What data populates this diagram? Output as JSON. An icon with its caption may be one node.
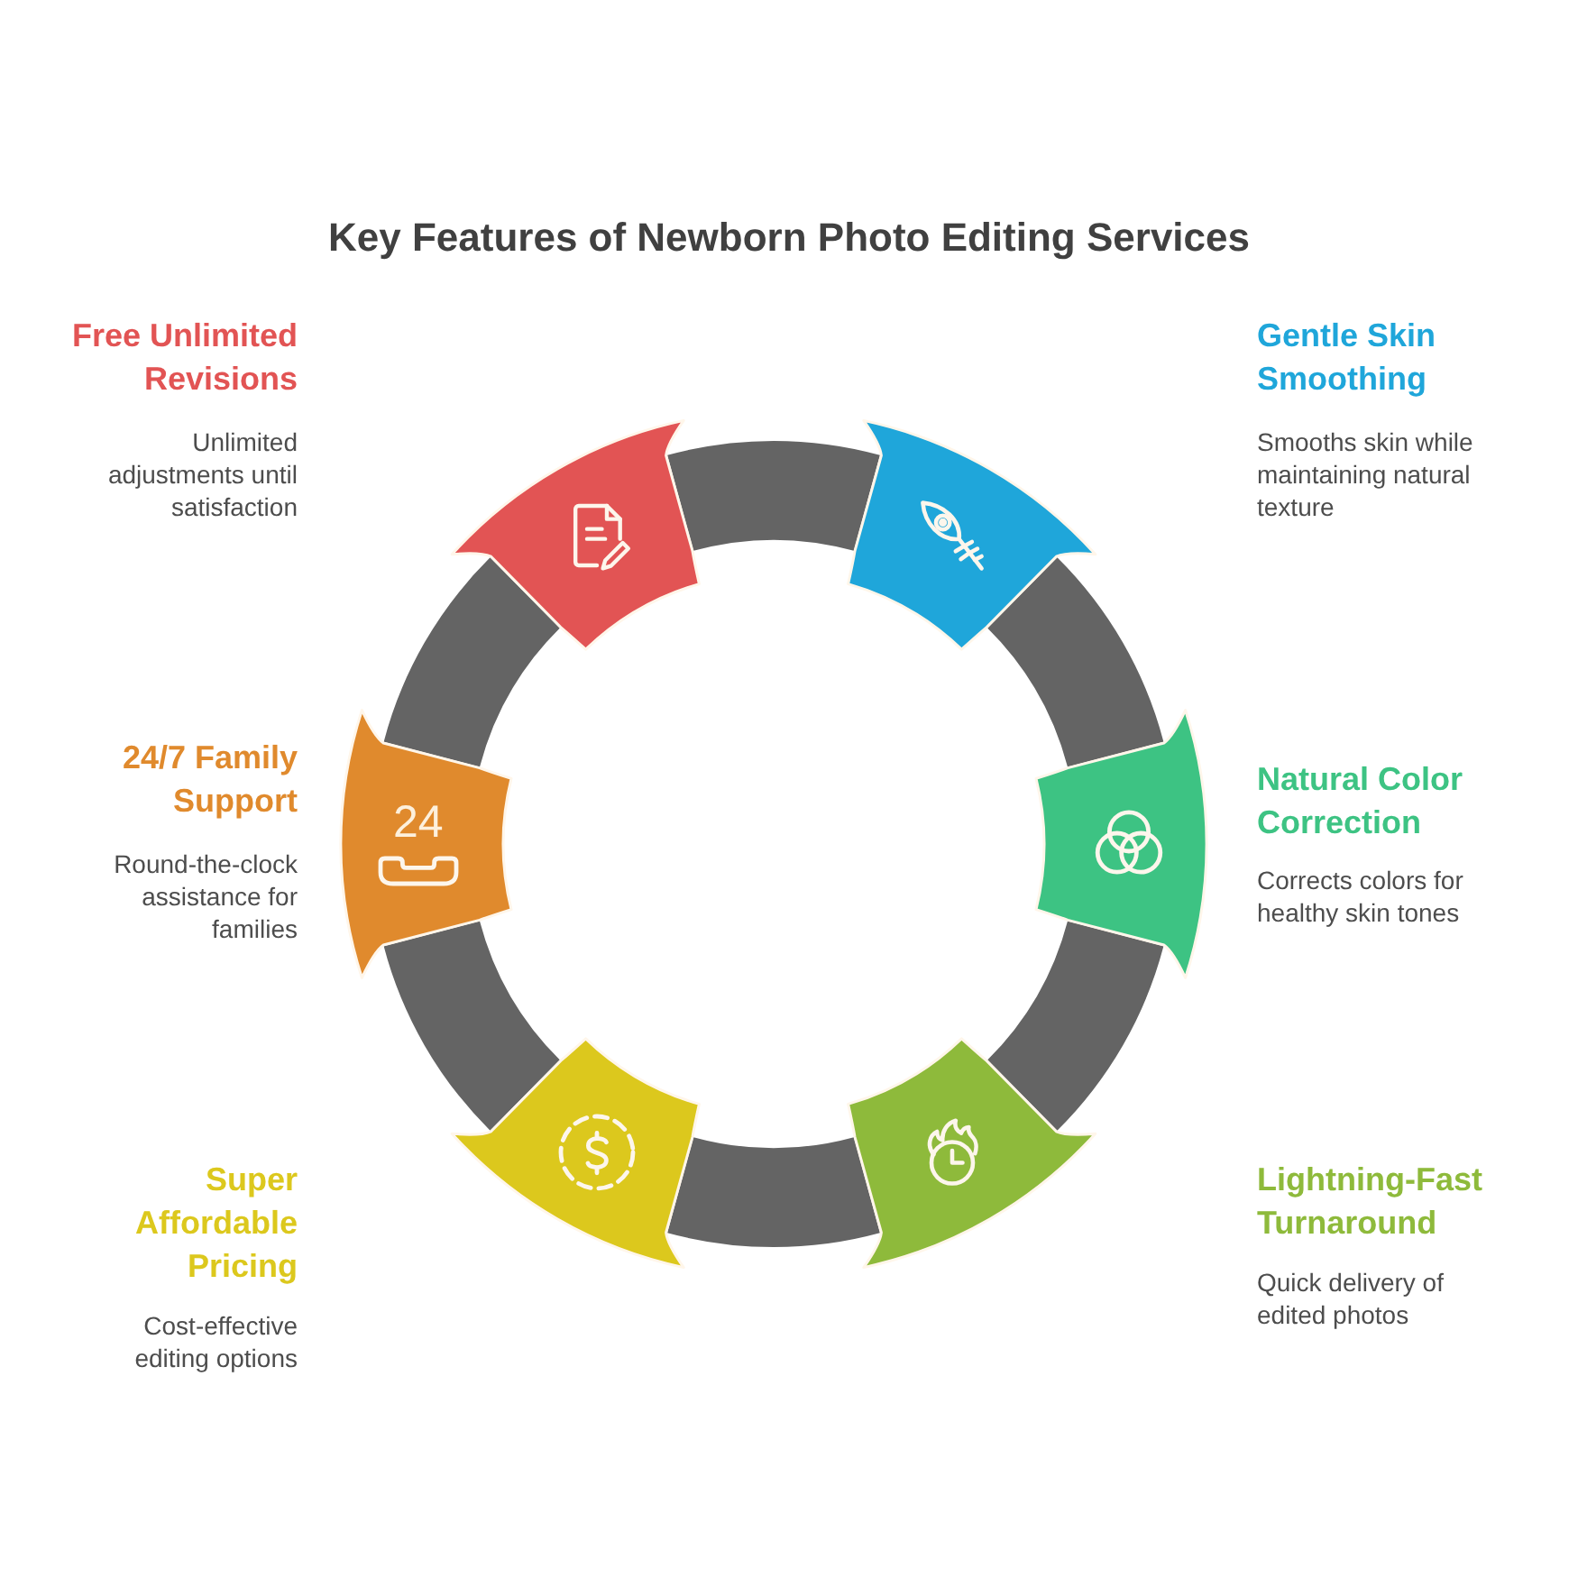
{
  "diagram": {
    "title": "Key Features of Newborn Photo Editing Services",
    "nodes": [
      {
        "text": [],
        "shape": "arc",
        "beside": [
          "Free Unlimited Revisions",
          "Unlimited adjustments until satisfaction"
        ]
      },
      {
        "text": [],
        "shape": "arc",
        "beside": [
          "Gentle Skin Smoothing",
          "Smooths skin while maintaining natural texture"
        ]
      },
      {
        "text": [],
        "shape": "arc",
        "beside": [
          "Natural Color Correction",
          "Corrects colors for healthy skin tones"
        ]
      },
      {
        "text": [],
        "shape": "arc",
        "beside": [
          "Lightning-Fast Turnaround",
          "Quick delivery of edited photos"
        ]
      },
      {
        "text": [],
        "shape": "arc",
        "beside": [
          "Super Affordable Pricing",
          "Cost-effective editing options"
        ]
      },
      {
        "text": [
          "24"
        ],
        "beside": [
          "24/7 Family Support",
          "Round-the-clock assistance for families"
        ]
      }
    ],
    "edges": [
      {
        "from": 0,
        "to": 1,
        "arrow": "none"
      },
      {
        "from": 1,
        "to": 2,
        "arrow": "none"
      },
      {
        "from": 2,
        "to": 3,
        "arrow": "none"
      },
      {
        "from": 3,
        "to": 4,
        "arrow": "none"
      },
      {
        "from": 4,
        "to": 5,
        "arrow": "none"
      },
      {
        "from": 5,
        "to": 0,
        "arrow": "none"
      }
    ]
  }
}
